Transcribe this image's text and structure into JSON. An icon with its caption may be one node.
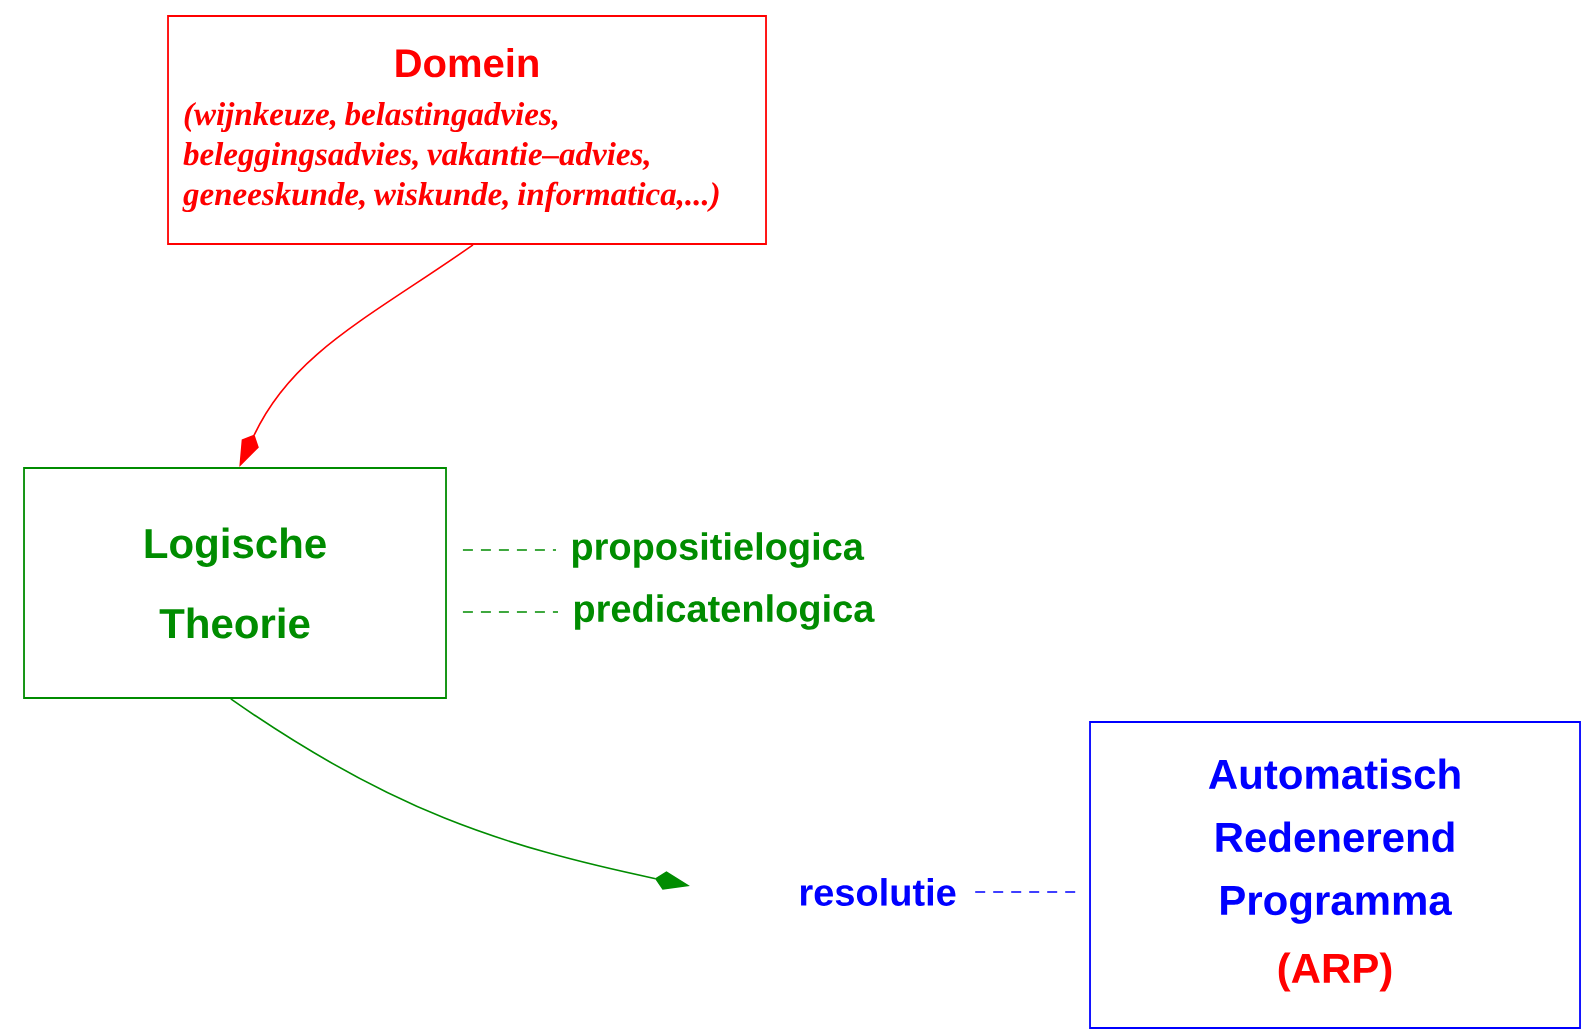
{
  "diagram": {
    "nodes": [
      {
        "text": [
          "Domein",
          "(wijnkeuze, belastingadvies, beleggingsadvies, vakantie–advies, geneeskunde, wiskunde, informatica,...)"
        ]
      },
      {
        "text": [
          "Logische Theorie"
        ]
      },
      {
        "text": [
          "Automatisch Redenerend Programma",
          "(ARP)"
        ]
      },
      {
        "text": [
          "propositielogica"
        ]
      },
      {
        "text": [
          "predicatenlogica"
        ]
      },
      {
        "text": [
          "resolutie"
        ]
      }
    ],
    "edges": [
      {
        "from": 0,
        "to": 1,
        "arrow": "to",
        "color": "#ff0000"
      },
      {
        "from": 1,
        "to": null,
        "arrow": "to",
        "color": "#008c00"
      },
      {
        "from": 1,
        "to": 3,
        "arrow": "none",
        "style": "dashed",
        "color": "#008c00"
      },
      {
        "from": 1,
        "to": 4,
        "arrow": "none",
        "style": "dashed",
        "color": "#008c00"
      },
      {
        "from": 5,
        "to": 2,
        "arrow": "none",
        "style": "dashed",
        "color": "#0000ff"
      }
    ]
  }
}
